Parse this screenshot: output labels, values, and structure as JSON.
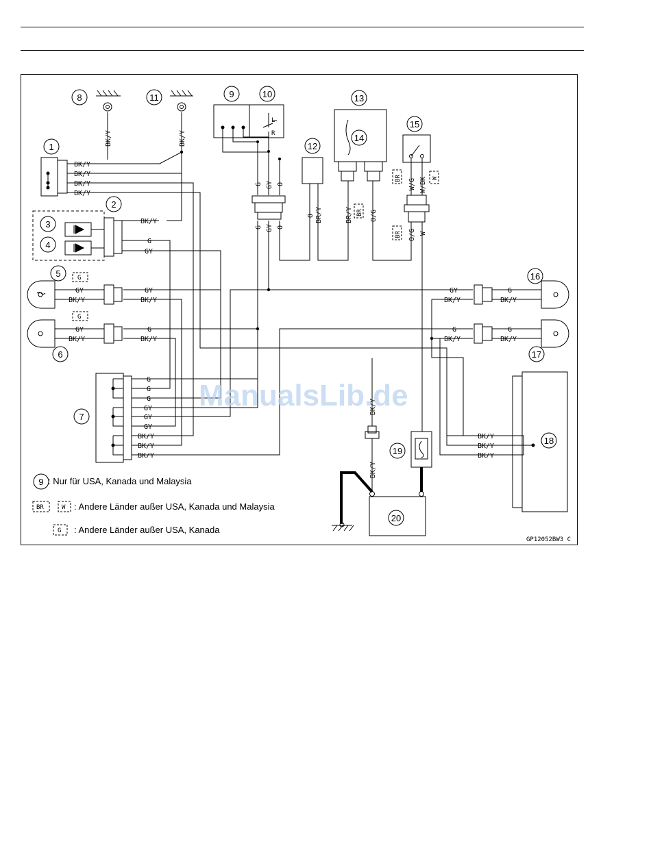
{
  "wires": {
    "bky": "BK/Y",
    "gy": "GY",
    "g": "G",
    "o": "O",
    "bry": "BR/Y",
    "og": "O/G",
    "wg": "W/G",
    "wbk": "W/BK",
    "w": "W"
  },
  "callouts": [
    "1",
    "2",
    "3",
    "4",
    "5",
    "6",
    "7",
    "8",
    "9",
    "10",
    "11",
    "12",
    "13",
    "14",
    "15",
    "16",
    "17",
    "18",
    "19",
    "20"
  ],
  "markers": {
    "g": "G",
    "br": "BR",
    "w": "W",
    "l": "L",
    "r": "R"
  },
  "legend": {
    "line1_num": "9",
    "line1": ": Nur für USA, Kanada und Malaysia",
    "line2": ": Andere Länder außer USA, Kanada und Malaysia",
    "line3": ": Andere Länder außer USA, Kanada"
  },
  "figure_code": "GP12052BW3 C",
  "watermark": "ManualsLib.de"
}
